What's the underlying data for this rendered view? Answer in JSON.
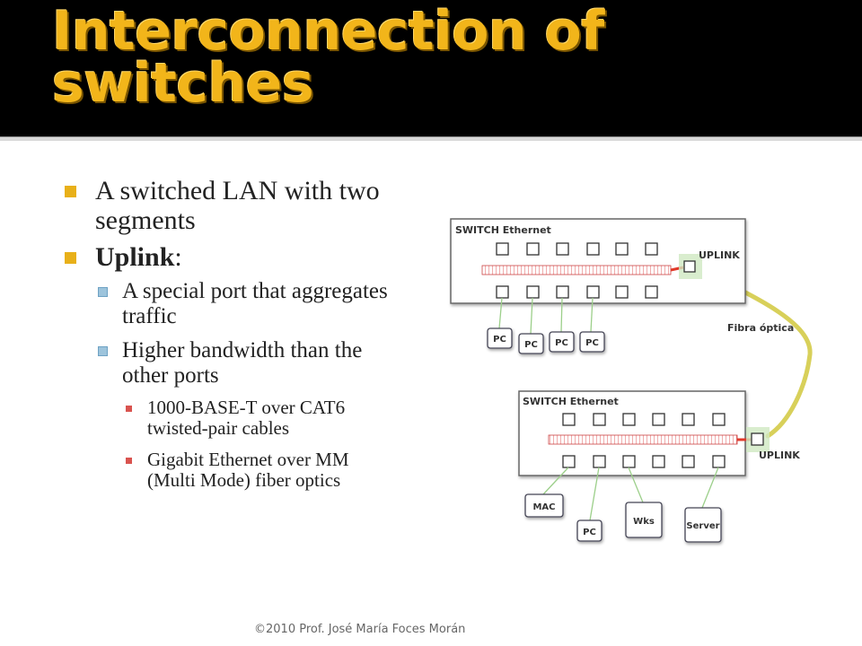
{
  "slide": {
    "title": "Interconnection of switches",
    "bullets": {
      "b1": "A switched LAN with two segments",
      "b2_label": "Uplink",
      "b2_colon": ":",
      "b2_sub1": "A special port that aggregates traffic",
      "b2_sub2": "Higher bandwidth than the other ports",
      "b3_sub1": "1000-BASE-T over CAT6 twisted-pair cables",
      "b3_sub2": "Gigabit Ethernet over MM (Multi Mode) fiber optics"
    },
    "footer": "©2010 Prof. José María Foces Morán"
  },
  "diagram": {
    "switch1_label": "SWITCH Ethernet",
    "switch2_label": "SWITCH Ethernet",
    "uplink1_label": "UPLINK",
    "uplink2_label": "UPLINK",
    "fiber_label": "Fibra óptica",
    "devices1": [
      "PC",
      "PC",
      "PC",
      "PC"
    ],
    "devices2": [
      "MAC",
      "PC",
      "Wks",
      "Server"
    ],
    "colors": {
      "title": "#f2b51a",
      "fiber": "#d8d05a",
      "cable": "#9ccf8a",
      "uplink_link": "#e03a2a",
      "bus": "#e05a5a"
    }
  }
}
